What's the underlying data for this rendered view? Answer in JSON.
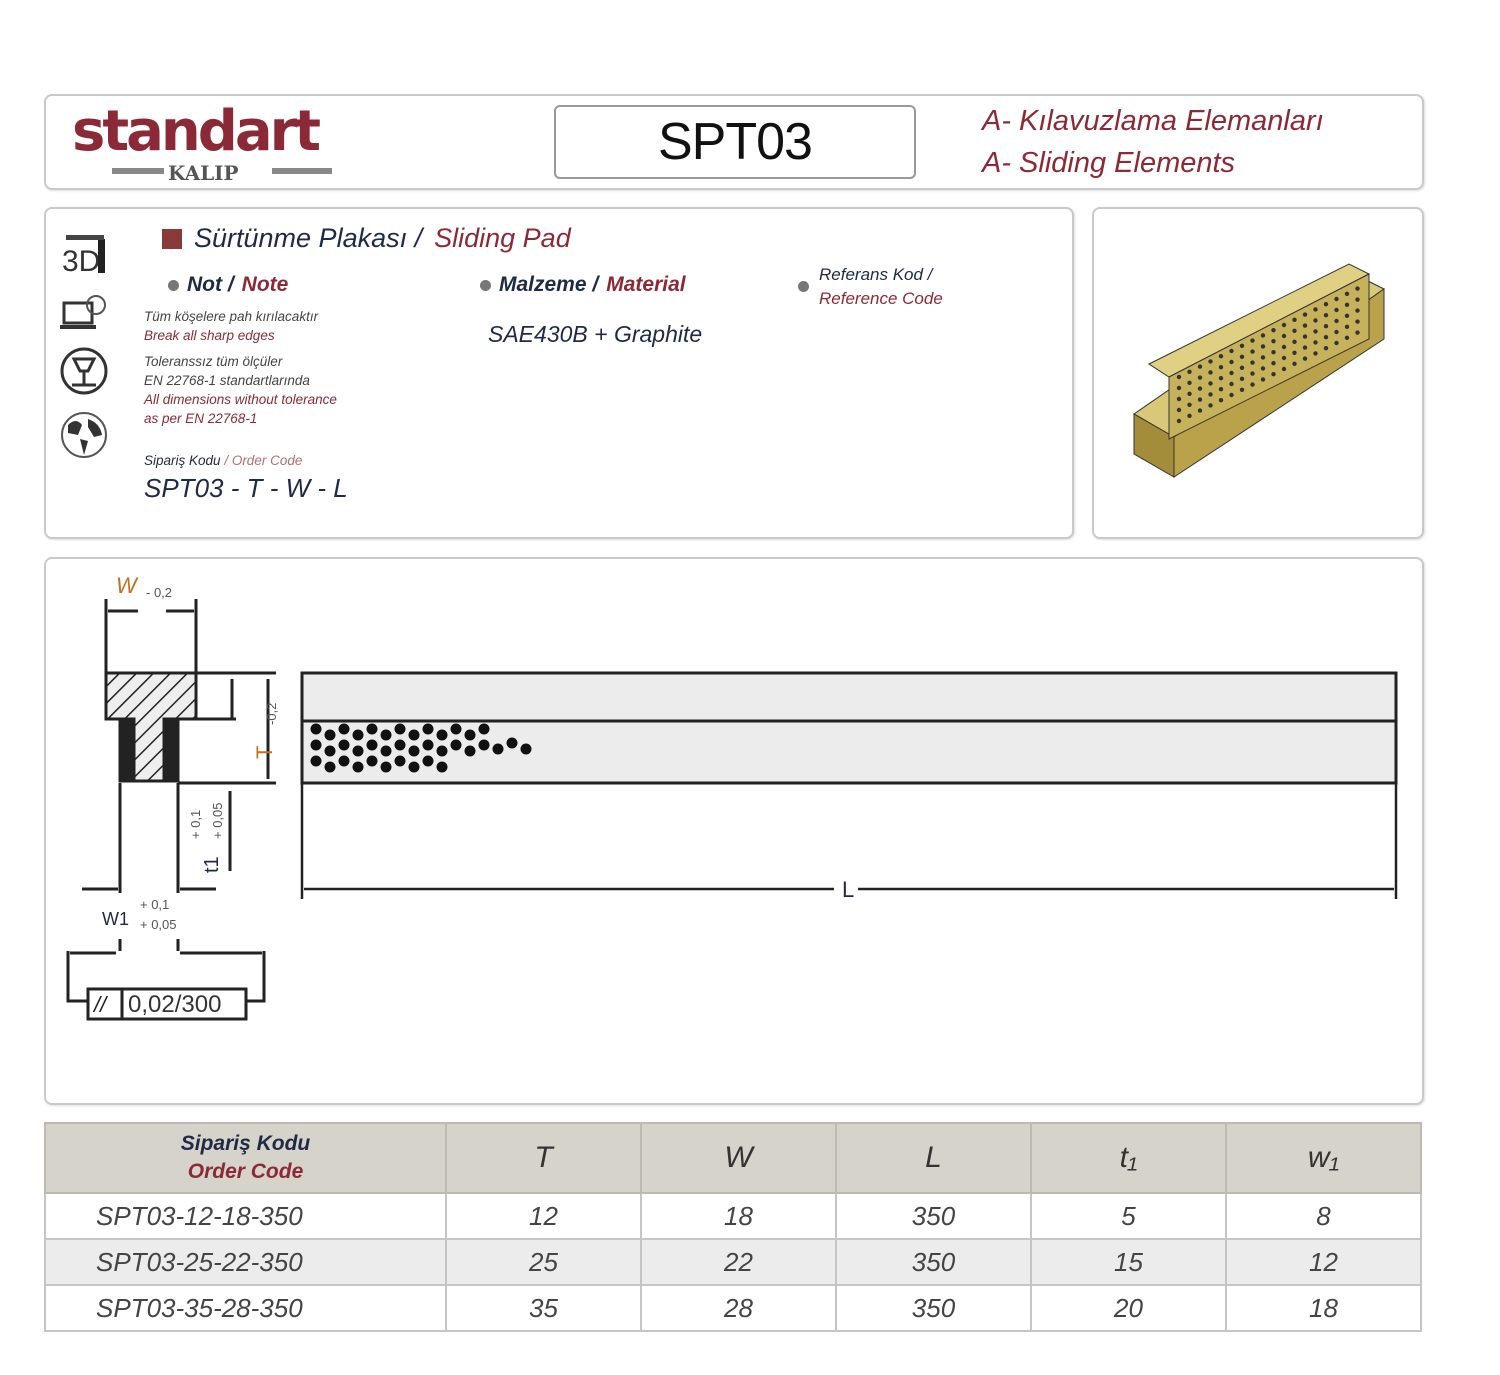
{
  "header": {
    "logo_text": "standart",
    "logo_sub": "KALIP",
    "product_code": "SPT03",
    "category_tr": "A- Kılavuzlama Elemanları",
    "category_en": "A- Sliding Elements"
  },
  "info": {
    "title_tr": "Sürtünme Plakası /",
    "title_en": "Sliding Pad",
    "icons": [
      "3d-icon",
      "laptop-icon",
      "cnc-icon",
      "globe-icon"
    ],
    "note_label_tr": "Not /",
    "note_label_en": "Note",
    "note1_tr": "Tüm köşelere pah kırılacaktır",
    "note1_en": "Break all sharp edges",
    "note2_tr_1": "Toleranssız tüm ölçüler",
    "note2_tr_2": "EN 22768-1 standartlarında",
    "note2_en_1": "All dimensions without tolerance",
    "note2_en_2": "as per EN 22768-1",
    "order_label_tr": "Sipariş Kodu",
    "order_label_en": "/ Order Code",
    "order_format": "SPT03 - T - W - L",
    "material_label_tr": "Malzeme /",
    "material_label_en": "Material",
    "material_value": "SAE430B + Graphite",
    "ref_label_tr": "Referans Kod /",
    "ref_label_en": "Reference Code"
  },
  "drawing": {
    "w_label": "W",
    "w_tol": "- 0,2",
    "t_label": "T",
    "t_tol": "-0,2",
    "t1_label": "t1",
    "t1_tol_a": "+ 0,1",
    "t1_tol_b": "+ 0,05",
    "w1_label": "W1",
    "w1_tol_a": "+ 0,1",
    "w1_tol_b": "+ 0,05",
    "parallel_symbol": "//",
    "parallel_value": "0,02/300",
    "l_label": "L"
  },
  "table": {
    "headers": {
      "code_tr": "Sipariş Kodu",
      "code_en": "Order Code",
      "T": "T",
      "W": "W",
      "L": "L",
      "t1": "t₁",
      "w1": "w₁"
    },
    "rows": [
      {
        "code": "SPT03-12-18-350",
        "T": "12",
        "W": "18",
        "L": "350",
        "t1": "5",
        "w1": "8"
      },
      {
        "code": "SPT03-25-22-350",
        "T": "25",
        "W": "22",
        "L": "350",
        "t1": "15",
        "w1": "12"
      },
      {
        "code": "SPT03-35-28-350",
        "T": "35",
        "W": "28",
        "L": "350",
        "t1": "20",
        "w1": "18"
      }
    ]
  },
  "colors": {
    "maroon": "#8b2a36",
    "navy": "#1e2a46",
    "header_bg": "#d6d3cb",
    "product": "#c9b45a"
  }
}
